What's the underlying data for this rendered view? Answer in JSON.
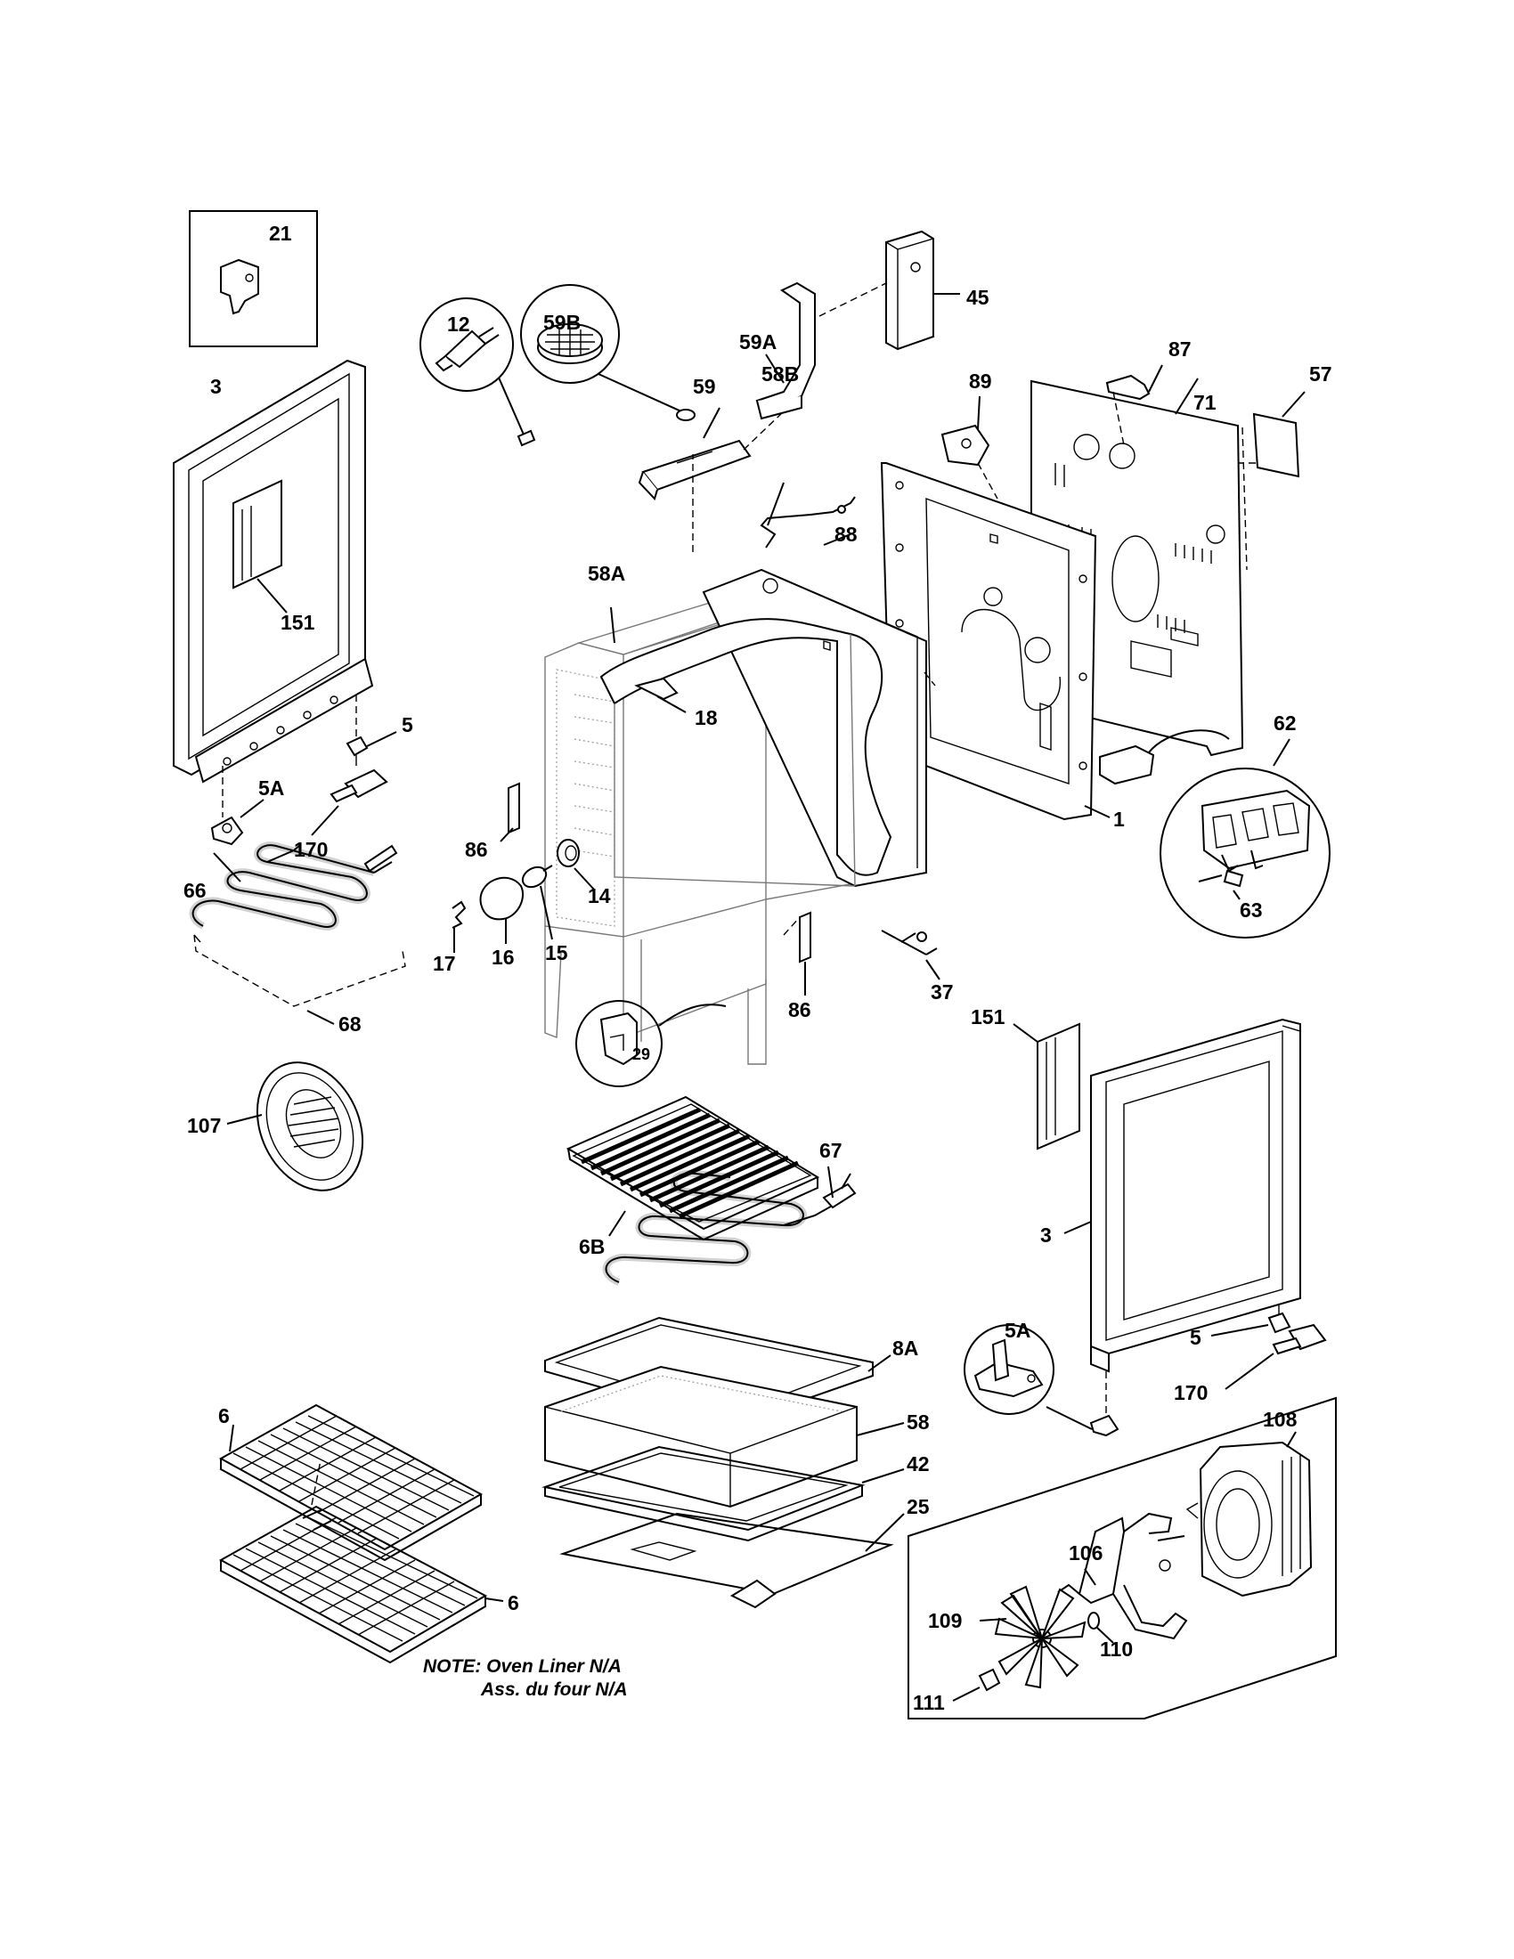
{
  "diagram": {
    "labels": {
      "p21": "21",
      "p3_left": "3",
      "p151_left": "151",
      "p5_left": "5",
      "p5a_left": "5A",
      "p170_left": "170",
      "p66": "66",
      "p68": "68",
      "p107": "107",
      "p59b": "59B",
      "p59": "59",
      "p59a": "59A",
      "p45": "45",
      "p87": "87",
      "p57": "57",
      "p89": "89",
      "p71": "71",
      "p58b": "58B",
      "p88": "88",
      "p12": "12",
      "p58a": "58A",
      "p18": "18",
      "p62": "62",
      "p1": "1",
      "p63": "63",
      "p86_left": "86",
      "p86_right": "86",
      "p14": "14",
      "p15": "15",
      "p16": "16",
      "p17": "17",
      "p29": "29",
      "p37": "37",
      "p151_right": "151",
      "p6b": "6B",
      "p67": "67",
      "p3_right": "3",
      "p8a": "8A",
      "p5a_right": "5A",
      "p5_right": "5",
      "p170_right": "170",
      "p58": "58",
      "p42": "42",
      "p25": "25",
      "p6_top": "6",
      "p6_bottom": "6",
      "p108": "108",
      "p106": "106",
      "p109": "109",
      "p110": "110",
      "p111": "111"
    },
    "note": {
      "line1": "NOTE: Oven Liner N/A",
      "line2": "Ass. du four N/A"
    }
  }
}
